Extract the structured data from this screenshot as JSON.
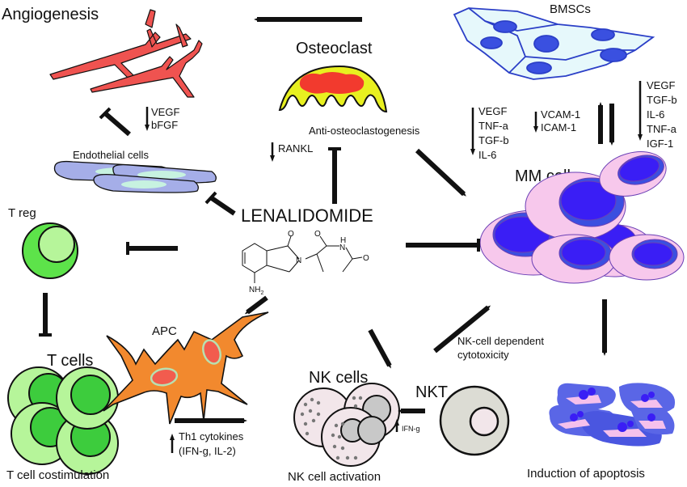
{
  "title": "Lenalidomide mechanisms of action",
  "center_label": "LENALIDOMIDE",
  "chemistry": {
    "oxygen": "O",
    "nitrogen": "N",
    "hydrogen": "H",
    "amine": "NH",
    "amine_sub": "2"
  },
  "nodes": {
    "angiogenesis": "Angiogenesis",
    "osteoclast": "Osteoclast",
    "bmscs": "BMSCs",
    "endothelial": "Endothelial cells",
    "mm_cells": "MM cells",
    "treg": "T reg",
    "t_cells": "T cells",
    "apc": "APC",
    "nk_cells": "NK cells",
    "nkt": "NKT"
  },
  "captions": {
    "t_cell_costimulation": "T cell costimulation",
    "nk_cell_activation": "NK cell activation",
    "induction_of_apoptosis": "Induction of apoptosis",
    "anti_osteoclastogenesis": "Anti-osteoclastogenesis",
    "nk_cytotoxicity_line1": "NK-cell dependent",
    "nk_cytotoxicity_line2": "cytotoxicity"
  },
  "factor_lists": {
    "angio_down": [
      "VEGF",
      "bFGF"
    ],
    "rankl_down": [
      "RANKL"
    ],
    "mm_to_bmsc_down": [
      "VEGF",
      "TNF-a",
      "TGF-b",
      "IL-6"
    ],
    "adhesion_down": [
      "VCAM-1",
      "ICAM-1"
    ],
    "bmsc_to_mm_down": [
      "VEGF",
      "TGF-b",
      "IL-6",
      "TNF-a",
      "IGF-1"
    ],
    "th1_up": [
      "Th1 cytokines",
      "(IFN-g, IL-2)"
    ],
    "nkt_up": [
      "IFN-g"
    ]
  }
}
